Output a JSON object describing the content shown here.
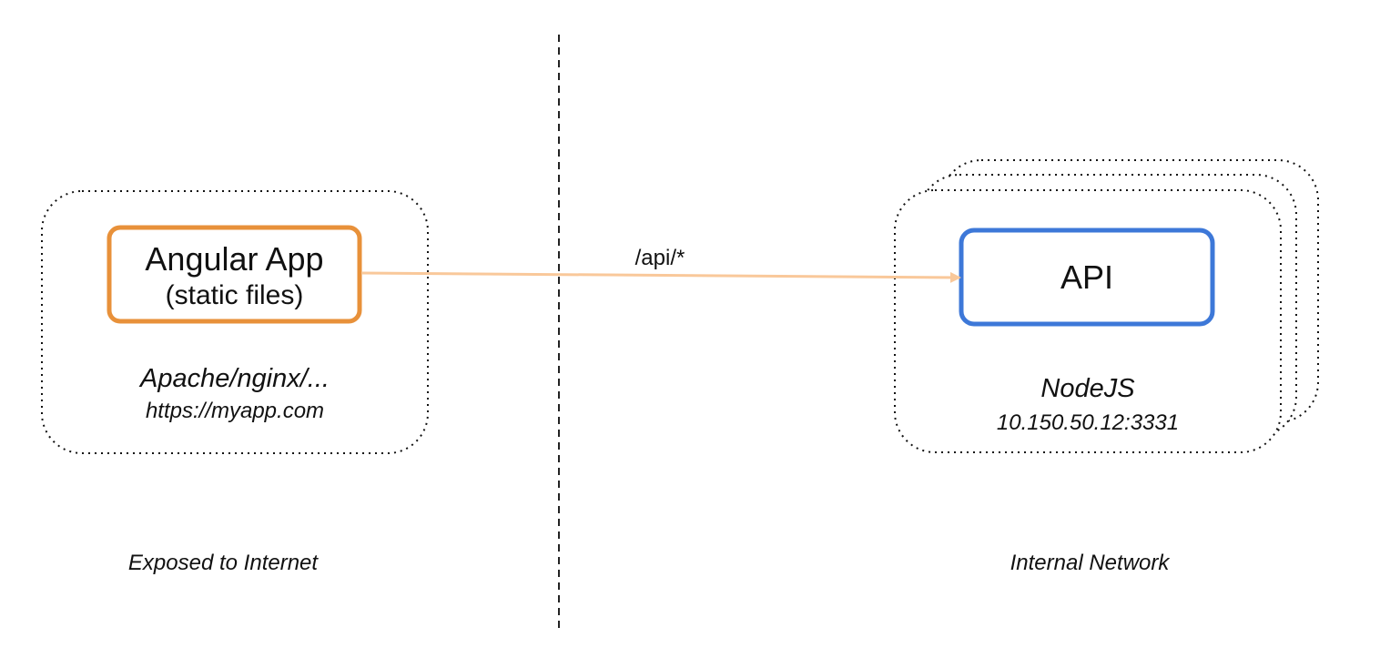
{
  "zones": {
    "left": {
      "label": "Exposed to Internet"
    },
    "right": {
      "label": "Internal Network"
    }
  },
  "frontend": {
    "container": {
      "name": "Apache/nginx/...",
      "address": "https://myapp.com"
    },
    "box": {
      "title": "Angular App",
      "subtitle": "(static files)",
      "border_color": "#e8913a"
    }
  },
  "backend": {
    "container": {
      "name": "NodeJS",
      "address": "10.150.50.12:3331"
    },
    "box": {
      "title": "API",
      "border_color": "#3d78d8"
    }
  },
  "edge": {
    "label": "/api/*",
    "color": "#f9c89a"
  }
}
